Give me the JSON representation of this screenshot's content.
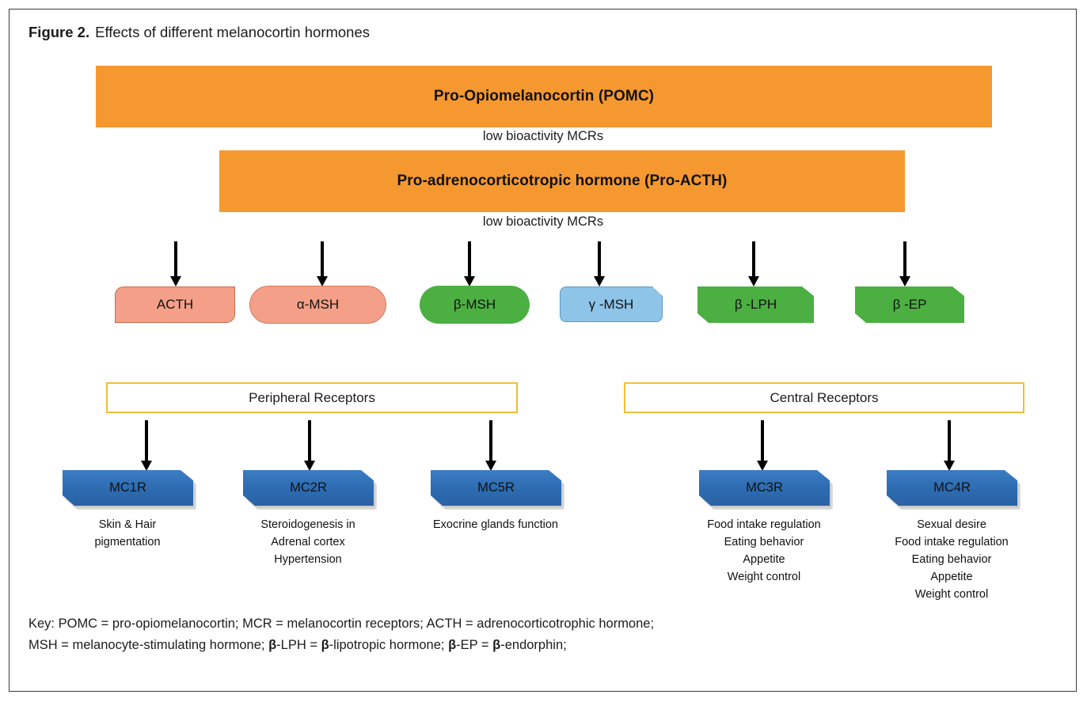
{
  "figure": {
    "label": "Figure 2.",
    "title": "Effects of different melanocortin hormones"
  },
  "precursors": [
    {
      "name": "Pro-Opiomelanocortin (POMC)",
      "color": "#F5982F"
    },
    {
      "name": "Pro-adrenocorticotropic hormone (Pro-ACTH)",
      "color": "#F5982F"
    }
  ],
  "connectors": [
    {
      "label": "low bioactivity MCRs"
    },
    {
      "label": "low bioactivity MCRs"
    }
  ],
  "hormones": [
    {
      "label": "ACTH",
      "color": "#F4A088",
      "shape": "flag"
    },
    {
      "label": "α-MSH",
      "color": "#F4A088",
      "shape": "pill"
    },
    {
      "label": "β-MSH",
      "color": "#4CAF42",
      "shape": "pill"
    },
    {
      "label": "γ -MSH",
      "color": "#8EC4E8",
      "shape": "cut"
    },
    {
      "label": "β -LPH",
      "color": "#4CAF42",
      "shape": "banner"
    },
    {
      "label": "β -EP",
      "color": "#4CAF42",
      "shape": "banner"
    }
  ],
  "receptor_groups": [
    {
      "label": "Peripheral Receptors",
      "border_color": "#F0BE3C"
    },
    {
      "label": "Central Receptors",
      "border_color": "#F0BE3C"
    }
  ],
  "receptors": [
    {
      "label": "MC1R",
      "color": "#2E6DB4",
      "functions": "Skin & Hair\npigmentation"
    },
    {
      "label": "MC2R",
      "color": "#2E6DB4",
      "functions": "Steroidogenesis in\nAdrenal cortex\nHypertension"
    },
    {
      "label": "MC5R",
      "color": "#2E6DB4",
      "functions": "Exocrine glands function"
    },
    {
      "label": "MC3R",
      "color": "#2E6DB4",
      "functions": "Food intake regulation\nEating behavior\nAppetite\nWeight control"
    },
    {
      "label": "MC4R",
      "color": "#2E6DB4",
      "functions": "Sexual desire\nFood intake regulation\nEating behavior\nAppetite\nWeight control"
    }
  ],
  "key": {
    "line1": "Key: POMC = pro-opiomelanocortin; MCR = melanocortin receptors; ACTH = adrenocorticotrophic hormone;",
    "line2_a": "MSH = melanocyte-stimulating hormone; ",
    "line2_b": "β",
    "line2_c": "-LPH = ",
    "line2_d": "β",
    "line2_e": "-lipotropic hormone; ",
    "line2_f": "β",
    "line2_g": "-EP = ",
    "line2_h": "β",
    "line2_i": "-endorphin;"
  }
}
